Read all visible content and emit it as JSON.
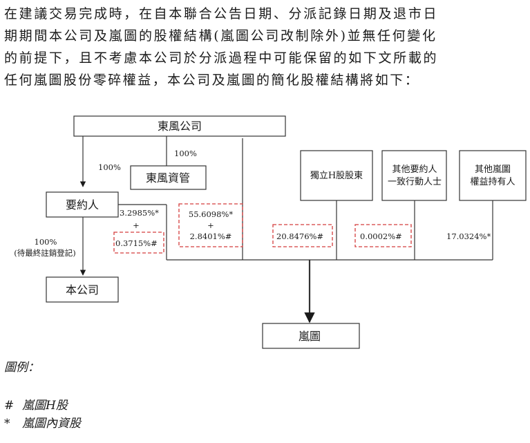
{
  "paragraph": {
    "lines": [
      "在建議交易完成時，在自本聯合公告日期、分派記錄日期及退市日",
      "期期間本公司及嵐圖的股權結構(嵐圖公司改制除外)並無任何變化",
      "的前提下，且不考慮本公司於分派過程中可能保留的如下文所載的",
      "任何嵐圖股份零碎權益，本公司及嵐圖的簡化股權結構將如下："
    ]
  },
  "diagram": {
    "boxes": {
      "dongfeng_company": "東風公司",
      "dongfeng_asset": "東風資管",
      "promisor": "要約人",
      "company": "本公司",
      "independent_h": "獨立H股股東",
      "concert_parties": [
        "其他要約人",
        "一致行動人士"
      ],
      "other_holders": [
        "其他嵐圖",
        "權益持有人"
      ],
      "voyah": "嵐圖"
    },
    "percentages": {
      "dongfeng_to_promisor": "100%",
      "dongfeng_to_asset": "100%",
      "promisor_to_company": "100%",
      "promisor_to_company_note": "(待最終註銷登記)",
      "promisor_a": "3.2985%*",
      "promisor_plus": "+",
      "promisor_b": "0.3715%#",
      "asset_a": "55.6098%*",
      "asset_plus": "+",
      "asset_b": "2.8401%#",
      "independent_h": "20.8476%#",
      "concert": "0.0002%#",
      "other_holders": "17.0324%*"
    }
  },
  "legend": {
    "title": "圖例：",
    "items": [
      {
        "symbol": "#",
        "text": "嵐圖H股"
      },
      {
        "symbol": "*",
        "text": "嵐圖內資股"
      }
    ]
  }
}
